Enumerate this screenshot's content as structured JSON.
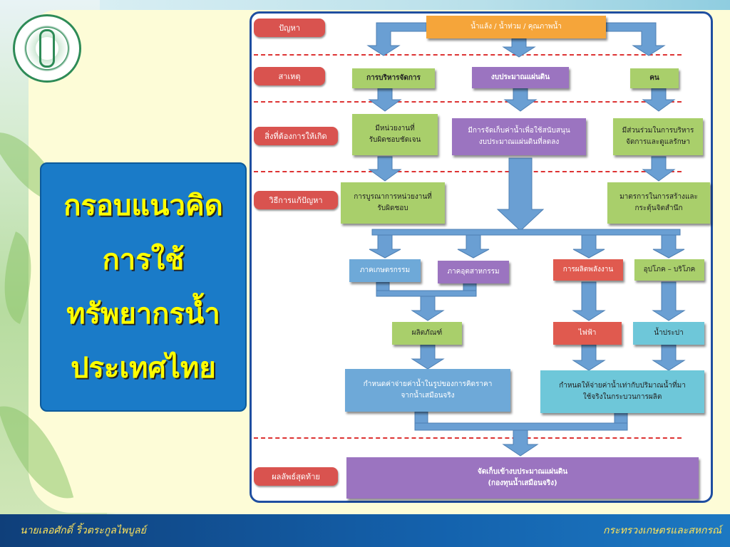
{
  "title": {
    "lines": [
      "กรอบแนวคิด",
      "การใช้",
      "ทรัพยากรน้ำ",
      "ประเทศไทย"
    ]
  },
  "row_labels": {
    "problem": "ปัญหา",
    "cause": "สาเหตุ",
    "needed": "สิ่งที่ต้องการให้เกิด",
    "solution": "วิธีการแก้ปัญหา",
    "final": "ผลลัพธ์สุดท้าย"
  },
  "boxes": {
    "problem_top": "น้ำแล้ง / น้ำท่วม / คุณภาพน้ำ",
    "cause_mgmt": "การบริหารจัดการ",
    "cause_budget": "งบประมาณแผ่นดิน",
    "cause_people": "คน",
    "need_agency_1": "มีหน่วยงานที่",
    "need_agency_2": "รับผิดชอบชัดเจน",
    "need_fee_1": "มีการจัดเก็บค่าน้ำเพื่อใช้สนับสนุน",
    "need_fee_2": "งบประมาณแผ่นดินที่ลดลง",
    "need_part_1": "มีส่วนร่วมในการบริหาร",
    "need_part_2": "จัดการและดูแลรักษา",
    "sol_integrate_1": "การบูรณาการหน่วยงานที่",
    "sol_integrate_2": "รับผิดชอบ",
    "sol_measure_1": "มาตรการในการสร้างและ",
    "sol_measure_2": "กระตุ้นจิตสำนึก",
    "sector_agri": "ภาคเกษตรกรรม",
    "sector_industry": "ภาคอุตสาหกรรม",
    "sector_energy": "การผลิตพลังงาน",
    "sector_consume": "อุปโภค – บริโภค",
    "out_product": "ผลิตภัณฑ์",
    "out_power": "ไฟฟ้า",
    "out_water": "น้ำประปา",
    "price_1": "กำหนดค่าจ่ายค่าน้ำในรูปของการคิดราคา",
    "price_2": "จากน้ำเสมือนจริง",
    "pay_1": "กำหนดให้จ่ายค่าน้ำเท่ากับปริมาณน้ำที่มา",
    "pay_2": "ใช้จริงในกระบวนการผลิต",
    "final_1": "จัดเก็บเข้างบประมาณแผ่นดิน",
    "final_2": "(กองทุนน้ำเสมือนจริง)"
  },
  "footer": {
    "left": "นายเลอศักดิ์  ริ้วตระกูลไพบูลย์",
    "right": "กระทรวงเกษตรและสหกรณ์"
  },
  "colors": {
    "title_bg": "#1a7bc8",
    "title_text": "#ffff00",
    "panel_border": "#1f4ea0",
    "row_label": "#d9534f",
    "arrow": "#6a9fd3",
    "footer_text": "#ffe35a"
  }
}
